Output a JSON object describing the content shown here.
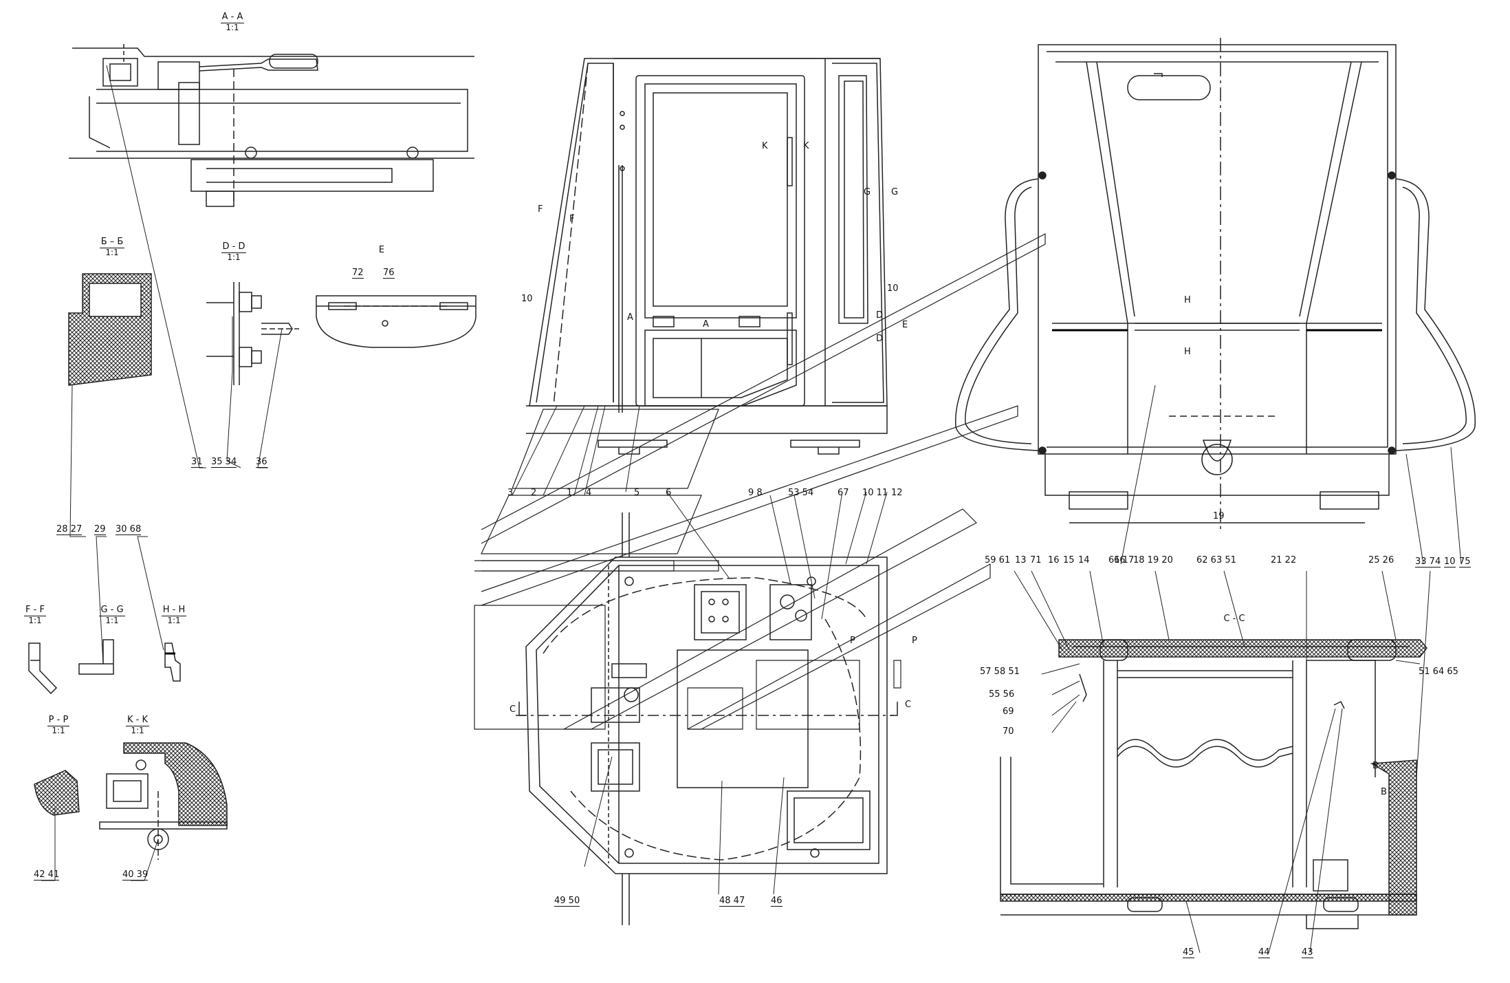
{
  "sections": {
    "aa": {
      "title": "A - A",
      "scale": "1:1"
    },
    "bb": {
      "title": "Б – Б",
      "scale": "1:1"
    },
    "dd": {
      "title": "D - D",
      "scale": "1:1"
    },
    "e": {
      "title": "E"
    },
    "ff": {
      "title": "F - F",
      "scale": "1:1"
    },
    "gg": {
      "title": "G - G",
      "scale": "1:1"
    },
    "hh": {
      "title": "H - H",
      "scale": "1:1"
    },
    "pp": {
      "title": "P - P",
      "scale": "1:1"
    },
    "kk": {
      "title": "K - K",
      "scale": "1:1"
    },
    "cc": {
      "title": "С - С"
    }
  },
  "view_markers": {
    "k_left": "K",
    "k_right": "K",
    "f_upper": "F",
    "f_lower": "F",
    "g_left": "G",
    "g_right": "G",
    "a_left": "A",
    "a_right": "A",
    "d_upper": "D",
    "d_lower": "D",
    "e_mark": "E",
    "p_left": "P",
    "p_right": "P",
    "c_left": "C",
    "c_right": "C",
    "b_upper": "B",
    "b_lower": "B",
    "h_upper": "H",
    "h_lower": "H"
  },
  "callouts": {
    "c31": "31",
    "c35_34": "35 34",
    "c36": "36",
    "c72": "72",
    "c76": "76",
    "c28_27": "28 27",
    "c29": "29",
    "c30_68": "30 68",
    "c42_41": "42 41",
    "c40_39": "40 39",
    "c10a": "10",
    "c10b": "10",
    "c3": "3",
    "c2": "2",
    "c1": "1",
    "c4": "4",
    "c5": "5",
    "c6": "6",
    "c9_8": "9 8",
    "c53_54": "53 54",
    "c67": "67",
    "c10_11": "10 11",
    "c12": "12",
    "c49_50": "49 50",
    "c48_47": "48 47",
    "c46": "46",
    "c19": "19",
    "c33_74": "33 74",
    "c10c": "10",
    "c75": "75",
    "c59_61": "59 61",
    "c13": "13",
    "c71": "71",
    "c16": "16",
    "c15": "15",
    "c14": "14",
    "c61_17": "61 17",
    "c66": "66",
    "c18_19_20": "18 19 20",
    "c62_63_51": "62 63 51",
    "c21_22": "21 22",
    "c25_26": "25 26",
    "c51_64_65": "51 64 65",
    "c57_58_51": "57 58 51",
    "c55_56": "55 56",
    "c69": "69",
    "c70": "70",
    "c45": "45",
    "c44": "44",
    "c43": "43"
  }
}
